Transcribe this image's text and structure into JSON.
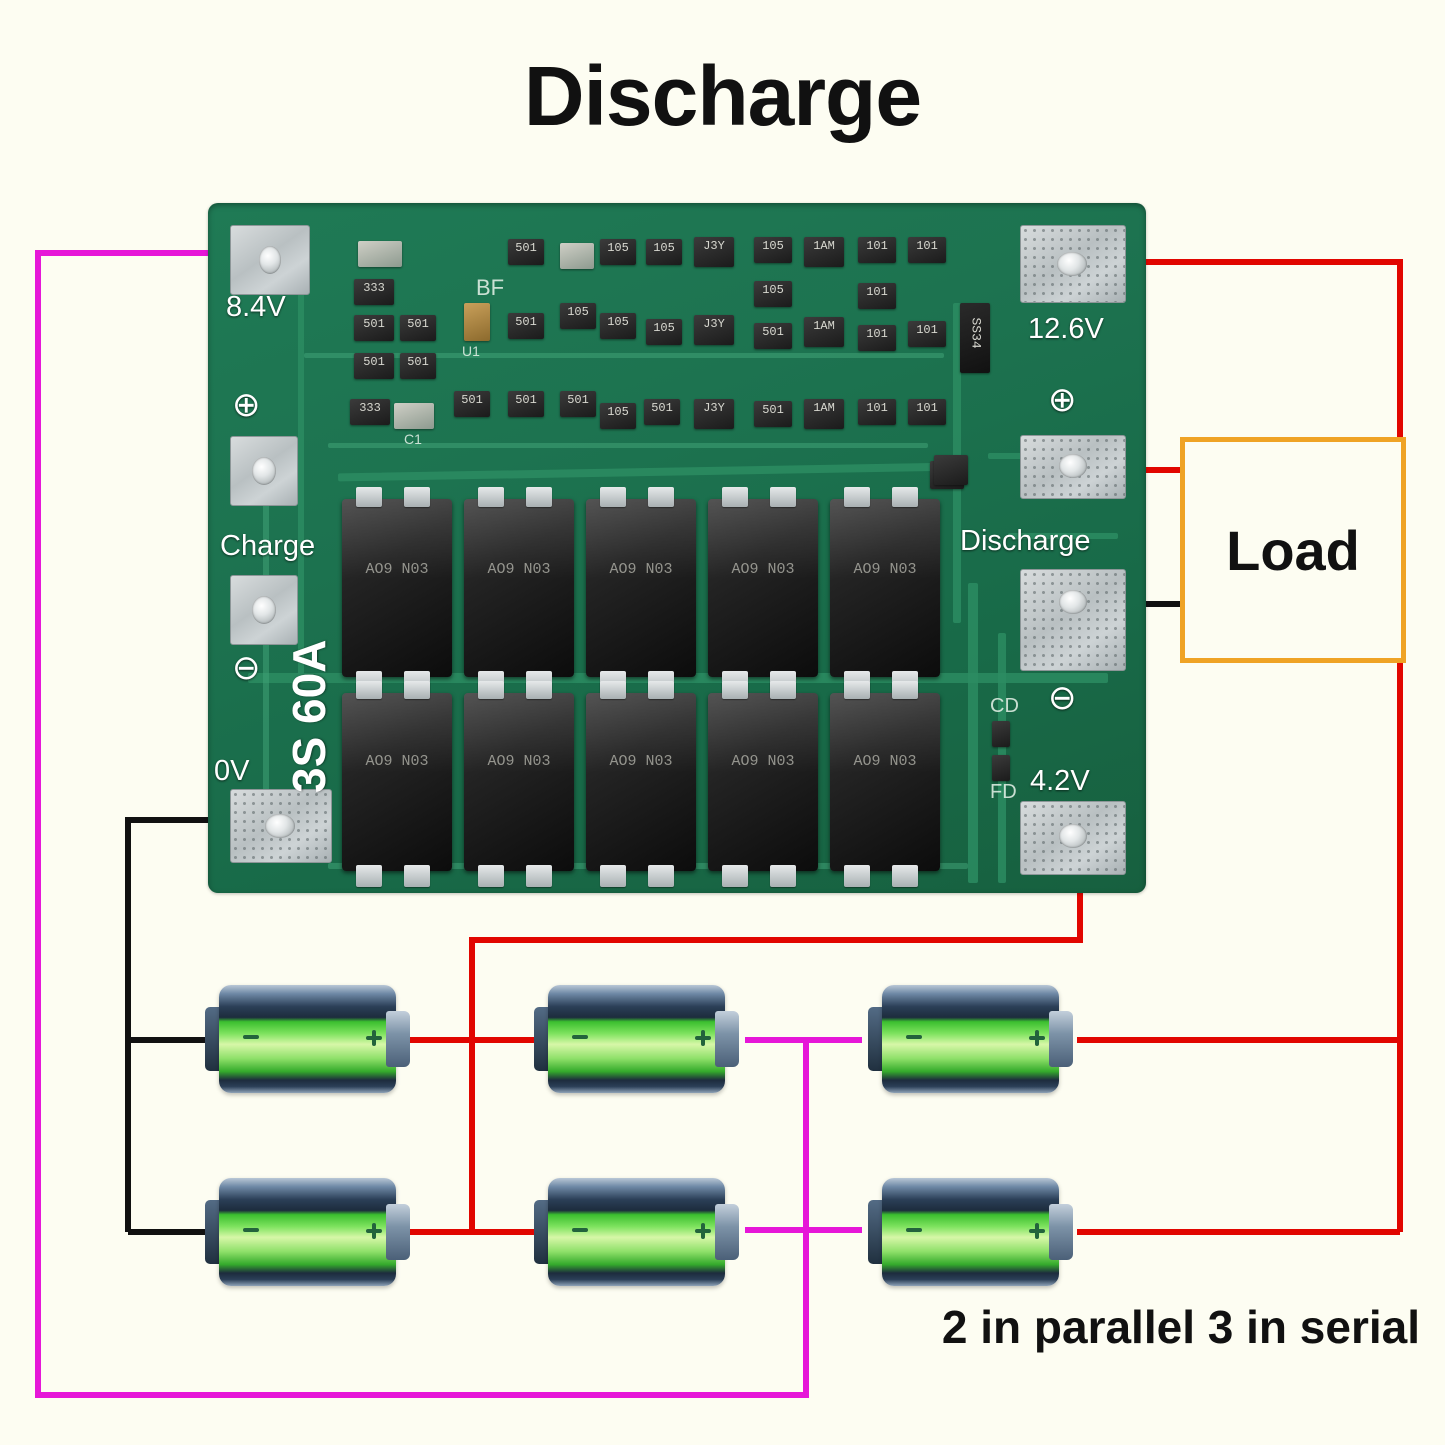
{
  "title": "Discharge",
  "caption": "2 in parallel 3 in serial",
  "load": {
    "label": "Load"
  },
  "board": {
    "id": "3S 60A",
    "pads": [
      {
        "name": "pad-8-4v",
        "label": "8.4V"
      },
      {
        "name": "pad-12-6v",
        "label": "12.6V"
      },
      {
        "name": "pad-charge",
        "label": "Charge"
      },
      {
        "name": "pad-discharge",
        "label": "Discharge"
      },
      {
        "name": "pad-0v",
        "label": "0V"
      },
      {
        "name": "pad-4-2v",
        "label": "4.2V"
      }
    ],
    "silkscreen": [
      {
        "name": "silk-bf",
        "label": "BF"
      },
      {
        "name": "silk-cd",
        "label": "CD"
      },
      {
        "name": "silk-fd",
        "label": "FD"
      },
      {
        "name": "silk-c1",
        "label": "C1"
      },
      {
        "name": "silk-u1",
        "label": "U1"
      },
      {
        "name": "silk-ss34",
        "label": "SS34"
      }
    ],
    "smd_codes": [
      "333",
      "501",
      "105",
      "101",
      "J3Y",
      "1AM"
    ],
    "mosfet_codes": [
      "AO9 N03",
      "AO9 N03",
      "AO9 N03",
      "AO9 N03",
      "AO9 N03",
      "AO9 N03",
      "AO9 N03",
      "AO9 N03",
      "AO9 N03",
      "AO9 N03"
    ]
  },
  "colors": {
    "background": "#fdfdf2",
    "pcb_green": "#1d7350",
    "wire_red": "#e10600",
    "wire_black": "#111111",
    "wire_magenta": "#e617d8",
    "load_border": "#efa325",
    "battery_green": "#7ee35f"
  },
  "wires": [
    {
      "name": "wire-red-12-6v-to-right",
      "color": "#e10600"
    },
    {
      "name": "wire-red-discharge-to-load",
      "color": "#e10600"
    },
    {
      "name": "wire-black-load-to-discharge-minus",
      "color": "#111111"
    },
    {
      "name": "wire-red-4-2v-to-battery-row1",
      "color": "#e10600"
    },
    {
      "name": "wire-black-0v-to-battery-left",
      "color": "#111111"
    },
    {
      "name": "wire-magenta-8-4v-to-battery-mid",
      "color": "#e617d8"
    },
    {
      "name": "wire-red-battery-right-to-return",
      "color": "#e10600"
    }
  ],
  "batteries": [
    {
      "name": "battery-r1-c1",
      "minus": "-",
      "plus": "+"
    },
    {
      "name": "battery-r1-c2",
      "minus": "-",
      "plus": "+"
    },
    {
      "name": "battery-r1-c3",
      "minus": "-",
      "plus": "+"
    },
    {
      "name": "battery-r2-c1",
      "minus": "-",
      "plus": "+"
    },
    {
      "name": "battery-r2-c2",
      "minus": "-",
      "plus": "+"
    },
    {
      "name": "battery-r2-c3",
      "minus": "-",
      "plus": "+"
    }
  ]
}
